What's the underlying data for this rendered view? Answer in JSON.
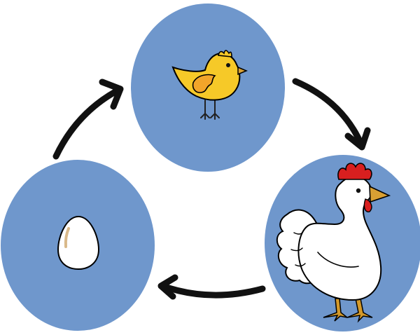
{
  "diagram": {
    "type": "cycle",
    "colors": {
      "circle_fill": "#6f97cc",
      "arrow": "#111111",
      "chick_yellow": "#f6c928",
      "chick_wing": "#f2a52a",
      "beak": "#d9a033",
      "comb": "#d81f1f",
      "egg": "#ffffff",
      "egg_mark": "#d9b98a",
      "hen_body": "#ffffff",
      "feet": "#d49a2a"
    },
    "stages": [
      {
        "id": "egg",
        "icon": "egg-icon"
      },
      {
        "id": "chick",
        "icon": "chick-icon"
      },
      {
        "id": "hen",
        "icon": "hen-icon"
      }
    ],
    "arrows": [
      {
        "from": "egg",
        "to": "chick"
      },
      {
        "from": "chick",
        "to": "hen"
      },
      {
        "from": "hen",
        "to": "egg"
      }
    ]
  }
}
